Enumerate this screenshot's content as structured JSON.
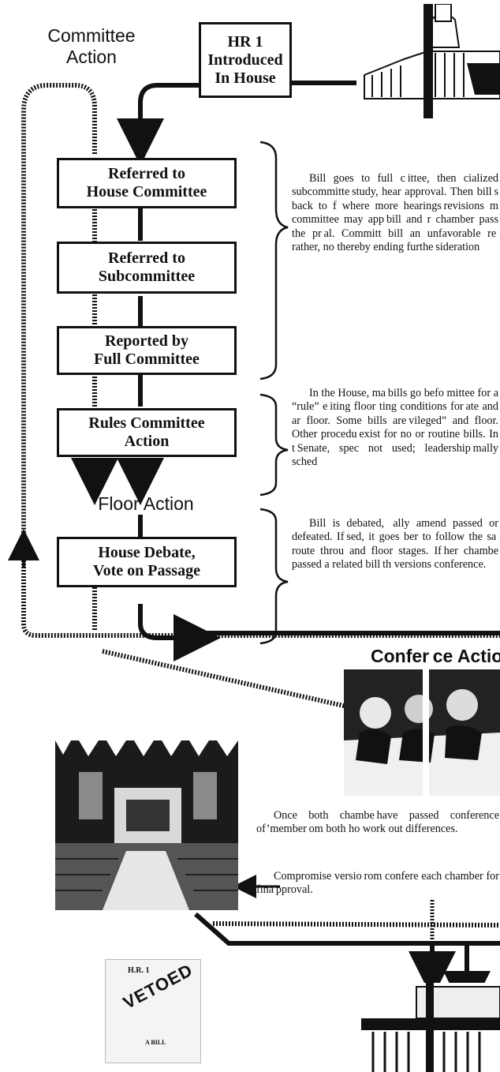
{
  "headings": {
    "committee_action": [
      "Committee",
      "Action"
    ],
    "floor_action": "Floor Action",
    "conference_action": "Confer ce Actio"
  },
  "boxes": {
    "introduced": [
      "HR 1",
      "Introduced",
      "In House"
    ],
    "house_committee": [
      "Referred to",
      "House Committee"
    ],
    "subcommittee": [
      "Referred to",
      "Subcommittee"
    ],
    "full_committee": [
      "Reported by",
      "Full Committee"
    ],
    "rules_committee": [
      "Rules Committee",
      "Action"
    ],
    "house_debate": [
      "House Debate,",
      "Vote on Passage"
    ]
  },
  "paragraphs": {
    "committee": "Bill goes to full c ittee, then cialized subcommitte study, hear approval. Then bill s back to f where more hearings revisions m committee may app bill and r chamber pass the pr al. Committ bill an unfavorable re rather, no thereby ending furthe sideration",
    "rules": "In the House, ma bills go befo mittee for a “rule” e iting floor ting conditions for ate and ar floor. Some bills are vileged” and floor. Other procedu exist for no or routine bills. In t Senate, spec not used; leadership mally sched",
    "debate": "Bill is debated,  ally amend passed or defeated. If sed, it goes ber to follow the sa route throu and floor stages. If her chambe passed a related bill th versions conference.",
    "conference_passed": "Once both chambe have passed conference of’member om both ho work out differences.",
    "compromise": "Compromise versio rom confere each chamber for fina pproval."
  },
  "vetoed_doc": {
    "title": "H.R. 1",
    "stamp": "VETOED",
    "footer": "A BILL"
  },
  "icons": [
    "capitol-icon",
    "white-house-icon",
    "house-chamber-photo",
    "conference-photo",
    "vetoed-bill-icon"
  ],
  "colors": {
    "ink": "#111111",
    "paper": "#ffffff"
  }
}
